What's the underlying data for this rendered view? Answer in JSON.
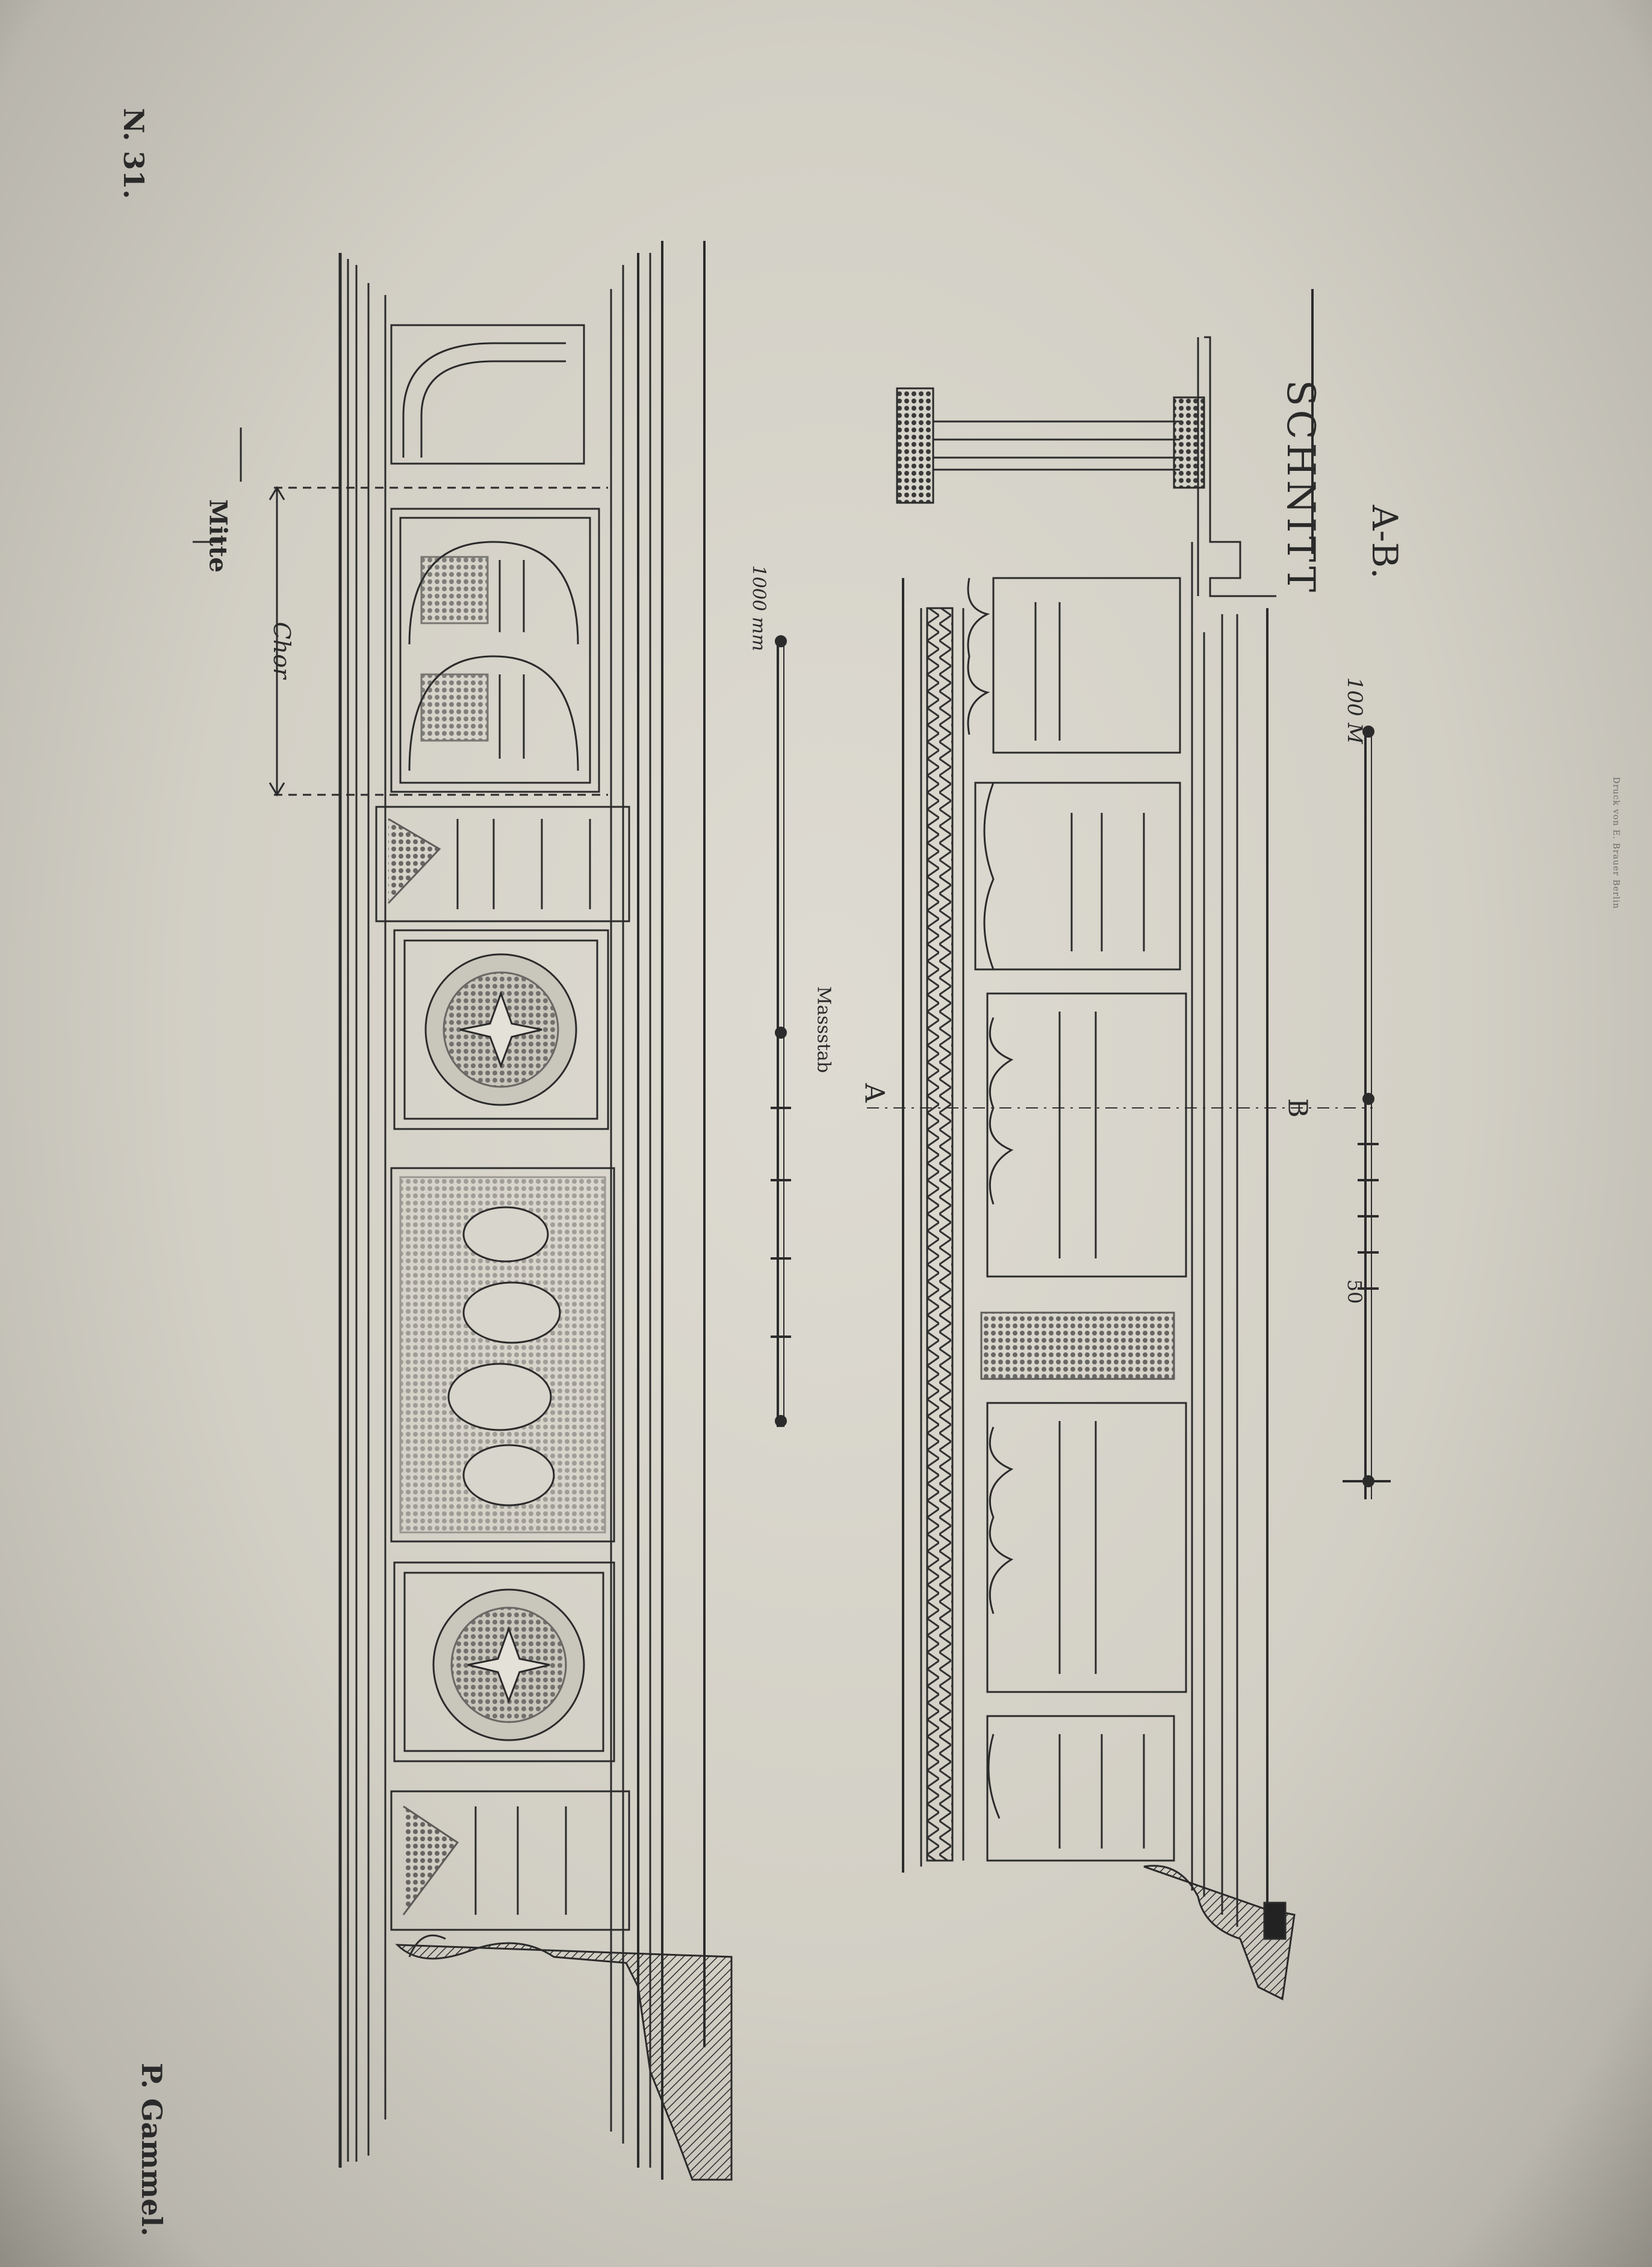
{
  "plate_number": "N. 31.",
  "author": "P. Gammel.",
  "publisher_imprint": "Druck von E. Brauer Berlin",
  "labels": {
    "mitte": "Mitte",
    "chor": "Chor",
    "scale1_top": "1000 mm",
    "scale1_mid": "Massstab",
    "schnitt_title": "SCHNITT",
    "section_ab": "A-B.",
    "section_ab_2": "A",
    "section_ab_3": "B",
    "scale2_top": "100 M",
    "scale2_mid": "50"
  }
}
